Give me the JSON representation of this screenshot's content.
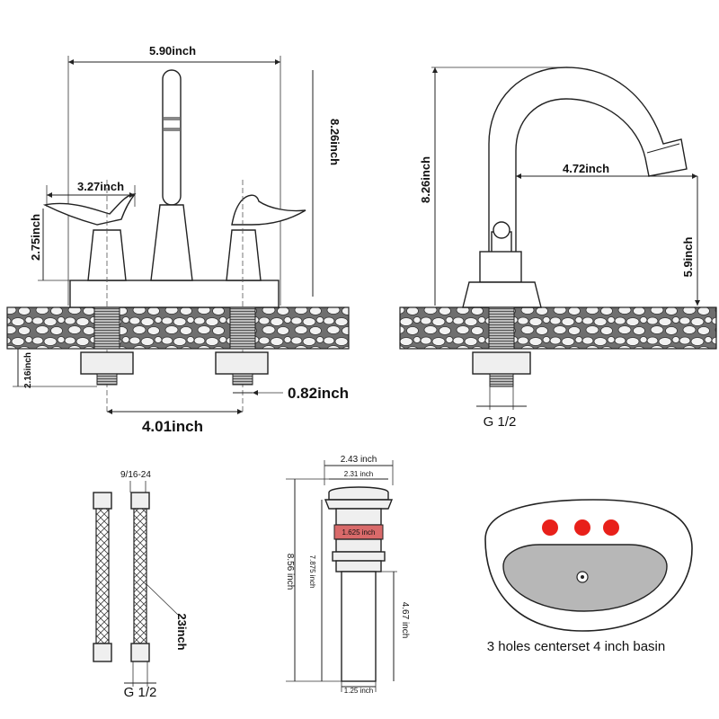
{
  "front_view": {
    "overall_width": "5.90inch",
    "height": "8.26inch",
    "handle_reach": "3.27inch",
    "handle_height": "2.75inch",
    "shank_length": "2.16inch",
    "nut_width": "0.82inch",
    "center_spacing": "4.01inch"
  },
  "side_view": {
    "height": "8.26inch",
    "spout_reach": "4.72inch",
    "spout_clearance": "5.9inch",
    "thread": "G 1/2"
  },
  "supply_hose": {
    "top_thread": "9/16-24",
    "length": "23inch",
    "bottom_thread": "G 1/2"
  },
  "drain": {
    "cap_outer": "2.43 inch",
    "cap_inner": "2.31 inch",
    "collar": "1.625 inch",
    "total_length": "8.56 inch",
    "body_length": "7.875 inch",
    "tail_length": "4.67 inch",
    "tail_diameter": "1.25 inch"
  },
  "basin": {
    "caption": "3 holes centerset 4 inch basin",
    "hole_color": "#e8201a"
  }
}
